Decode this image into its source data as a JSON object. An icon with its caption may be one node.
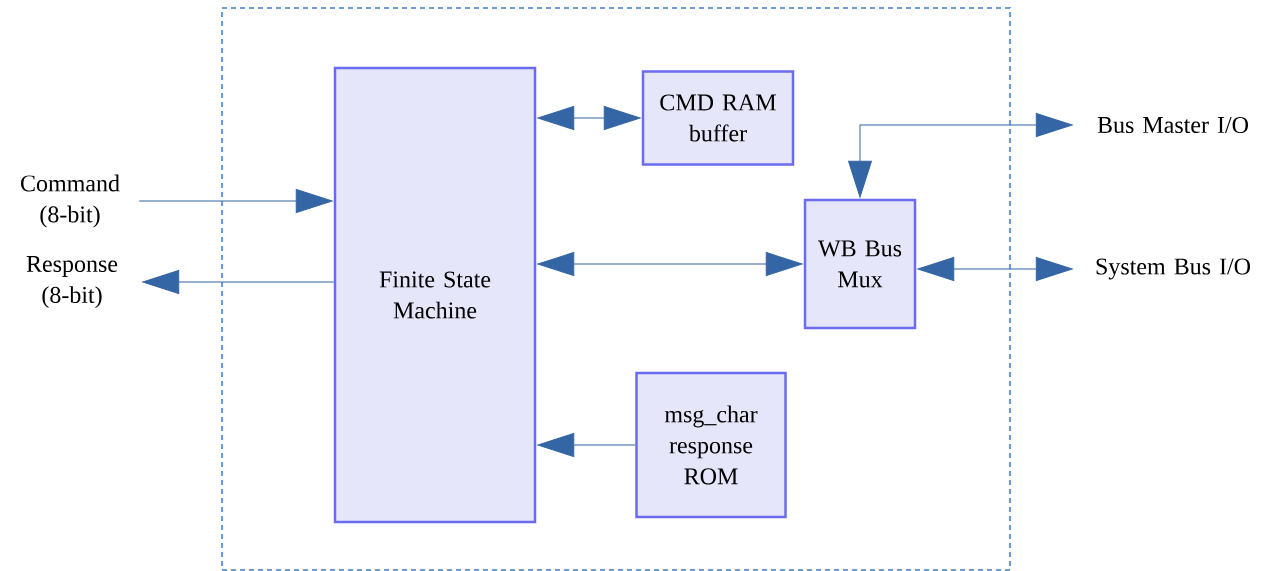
{
  "diagram": {
    "nodes": [
      {
        "text": [],
        "shape": "box"
      },
      {
        "text": [
          "Finite State Machine"
        ],
        "in": 0
      },
      {
        "text": [
          "CMD RAM buffer"
        ],
        "in": 0
      },
      {
        "text": [
          "WB Bus Mux"
        ],
        "in": 0
      },
      {
        "text": [
          "msg_char response ROM"
        ],
        "in": 0
      },
      {
        "text": [
          "Command (8-bit)"
        ]
      },
      {
        "text": [
          "Response (8-bit)"
        ]
      },
      {
        "text": [
          "Bus Master I/O"
        ]
      },
      {
        "text": [
          "System Bus I/O"
        ]
      }
    ],
    "edges": [
      {
        "from": 5,
        "to": 1,
        "arrow": "to"
      },
      {
        "from": 1,
        "to": 6,
        "arrow": "to"
      },
      {
        "from": 1,
        "to": 2,
        "arrow": "both"
      },
      {
        "from": 1,
        "to": 3,
        "arrow": "both"
      },
      {
        "from": 3,
        "to": 7,
        "arrow": "both"
      },
      {
        "from": 3,
        "to": 8,
        "arrow": "both"
      },
      {
        "from": 4,
        "to": 1,
        "arrow": "to"
      }
    ]
  }
}
